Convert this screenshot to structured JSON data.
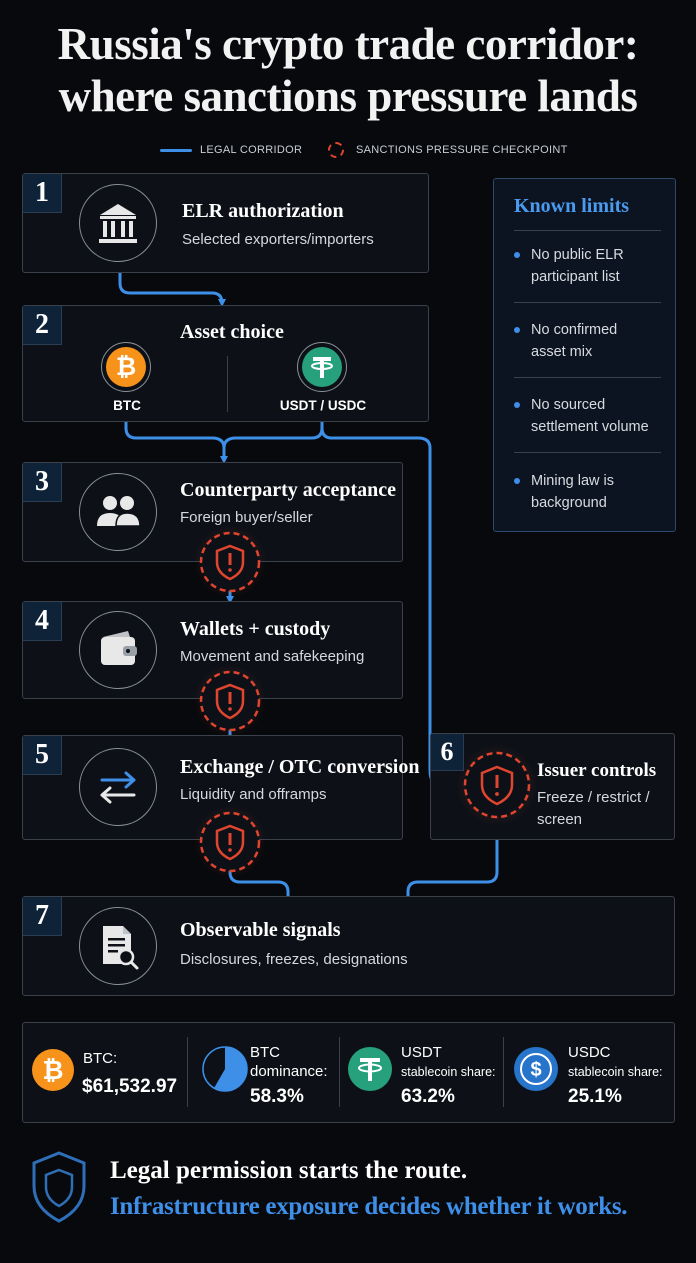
{
  "title": {
    "line1": "Russia's crypto trade corridor:",
    "line2": "where sanctions pressure lands"
  },
  "legend": {
    "corridor": "LEGAL CORRIDOR",
    "checkpoint": "SANCTIONS PRESSURE CHECKPOINT"
  },
  "steps": [
    {
      "num": "1",
      "title": "ELR authorization",
      "sub": "Selected exporters/importers",
      "icon": "bank-icon"
    },
    {
      "num": "2",
      "title": "Asset choice",
      "asset_a": "BTC",
      "asset_b": "USDT / USDC",
      "icon": "bitcoin-icon"
    },
    {
      "num": "3",
      "title": "Counterparty acceptance",
      "sub": "Foreign buyer/seller",
      "icon": "people-icon"
    },
    {
      "num": "4",
      "title": "Wallets + custody",
      "sub": "Movement and safekeeping",
      "icon": "wallet-icon"
    },
    {
      "num": "5",
      "title": "Exchange / OTC conversion",
      "sub": "Liquidity and offramps",
      "icon": "exchange-arrows-icon"
    },
    {
      "num": "6",
      "title": "Issuer controls",
      "sub_line1": "Freeze / restrict /",
      "sub_line2": "screen",
      "icon": "shield-alert-icon"
    },
    {
      "num": "7",
      "title": "Observable signals",
      "sub": "Disclosures, freezes, designations",
      "icon": "document-search-icon"
    }
  ],
  "known_limits": {
    "title": "Known limits",
    "items": [
      {
        "line1": "No public ELR",
        "line2": "participant list"
      },
      {
        "line1": "No confirmed",
        "line2": "asset mix"
      },
      {
        "line1": "No sourced",
        "line2": "settlement volume"
      },
      {
        "line1": "Mining law is",
        "line2": "background"
      }
    ]
  },
  "stats": [
    {
      "label_line1": "BTC:",
      "label_line2": "",
      "value": "$61,532.97",
      "icon": "bitcoin-icon"
    },
    {
      "label_line1": "BTC",
      "label_line2": "dominance:",
      "value": "58.3%",
      "icon": "pie-icon",
      "fraction": 0.583
    },
    {
      "label_line1": "USDT",
      "label_line2": "stablecoin share:",
      "value": "63.2%",
      "icon": "tether-icon"
    },
    {
      "label_line1": "USDC",
      "label_line2": "stablecoin share:",
      "value": "25.1%",
      "icon": "usdc-icon"
    }
  ],
  "footer": {
    "line1": "Legal permission starts the route.",
    "line2": "Infrastructure exposure decides whether it works."
  },
  "colors": {
    "corridor": "#3d8fe8",
    "checkpoint": "#e0452f",
    "bitcoin": "#f7931a",
    "tether": "#26a17b",
    "usdc": "#2775ca"
  }
}
